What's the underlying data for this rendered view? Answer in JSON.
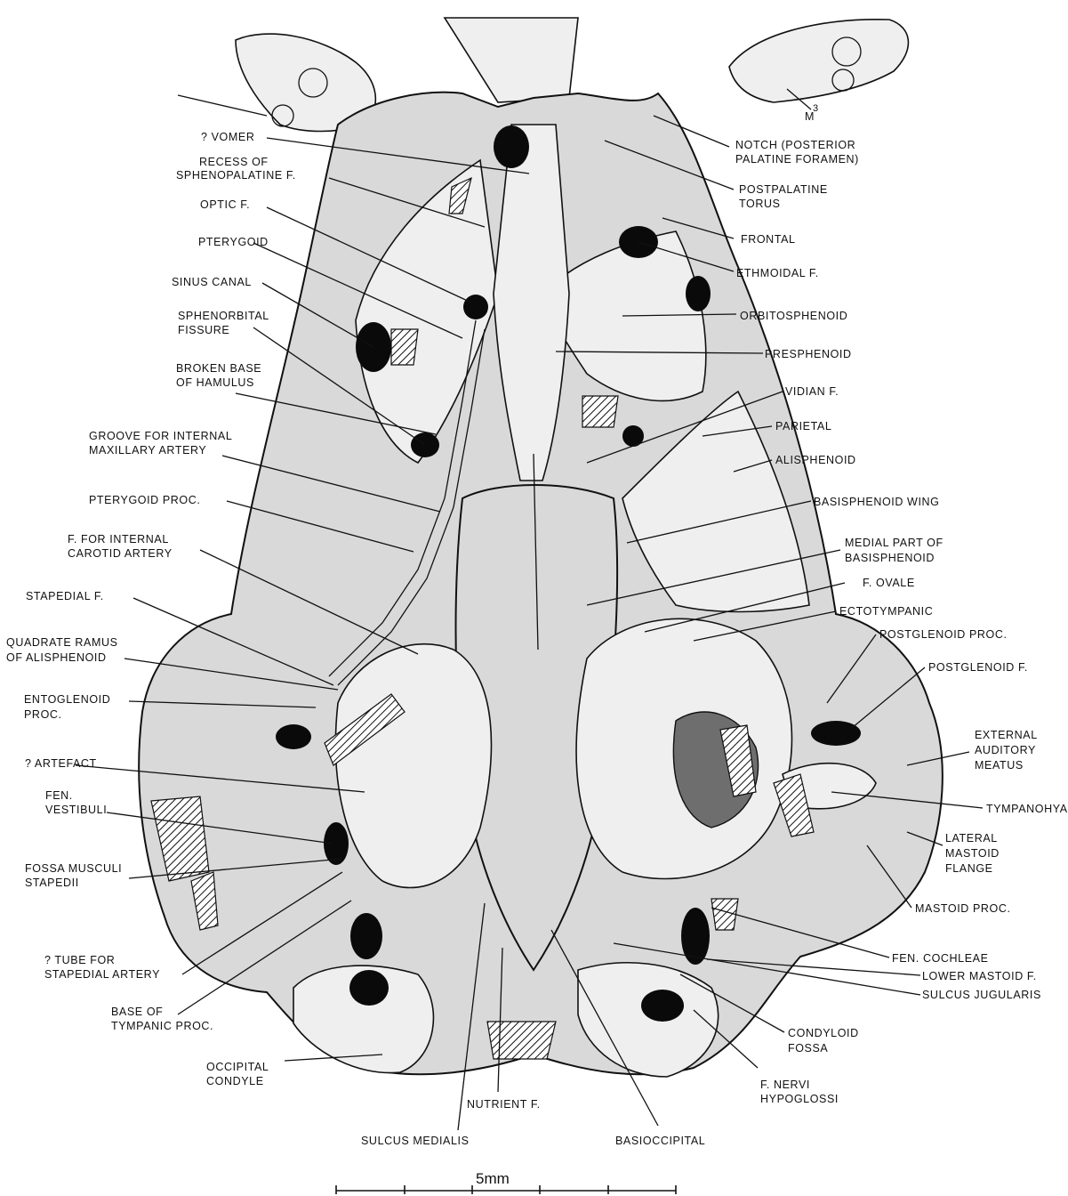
{
  "labels_left": [
    "? VOMER",
    "RECESS OF",
    "SPHENOPALATINE F.",
    "OPTIC F.",
    "PTERYGOID",
    "SINUS CANAL",
    "SPHENORBITAL",
    "FISSURE",
    "BROKEN BASE",
    "OF HAMULUS",
    "GROOVE FOR INTERNAL",
    "MAXILLARY ARTERY",
    "PTERYGOID PROC.",
    "F. FOR INTERNAL",
    "CAROTID ARTERY",
    "STAPEDIAL F.",
    "QUADRATE RAMUS",
    "OF ALISPHENOID",
    "ENTOGLENOID",
    "PROC.",
    "? ARTEFACT",
    "FEN.",
    "VESTIBULI",
    "FOSSA MUSCULI",
    "STAPEDII",
    "? TUBE FOR",
    "STAPEDIAL ARTERY",
    "BASE OF",
    "TYMPANIC PROC.",
    "OCCIPITAL",
    "CONDYLE"
  ],
  "labels_right": [
    "NOTCH (POSTERIOR",
    "PALATINE FORAMEN)",
    "POSTPALATINE",
    "TORUS",
    "FRONTAL",
    "ETHMOIDAL F.",
    "ORBITOSPHENOID",
    "PRESPHENOID",
    "VIDIAN F.",
    "PARIETAL",
    "ALISPHENOID",
    "BASISPHENOID WING",
    "MEDIAL PART OF",
    "BASISPHENOID",
    "F. OVALE",
    "ECTOTYMPANIC",
    "POSTGLENOID PROC.",
    "POSTGLENOID F.",
    "EXTERNAL",
    "AUDITORY",
    "MEATUS",
    "TYMPANOHYAL",
    "LATERAL",
    "MASTOID",
    "FLANGE",
    "MASTOID PROC.",
    "FEN. COCHLEAE",
    "LOWER MASTOID F.",
    "SULCUS JUGULARIS",
    "CONDYLOID",
    "FOSSA",
    "F. NERVI",
    "HYPOGLOSSI"
  ],
  "labels_bottom": [
    "NUTRIENT F.",
    "SULCUS MEDIALIS",
    "BASIOCCIPITAL"
  ],
  "tooth_label": "M",
  "tooth_sup": "3",
  "scale_bar": "5mm"
}
